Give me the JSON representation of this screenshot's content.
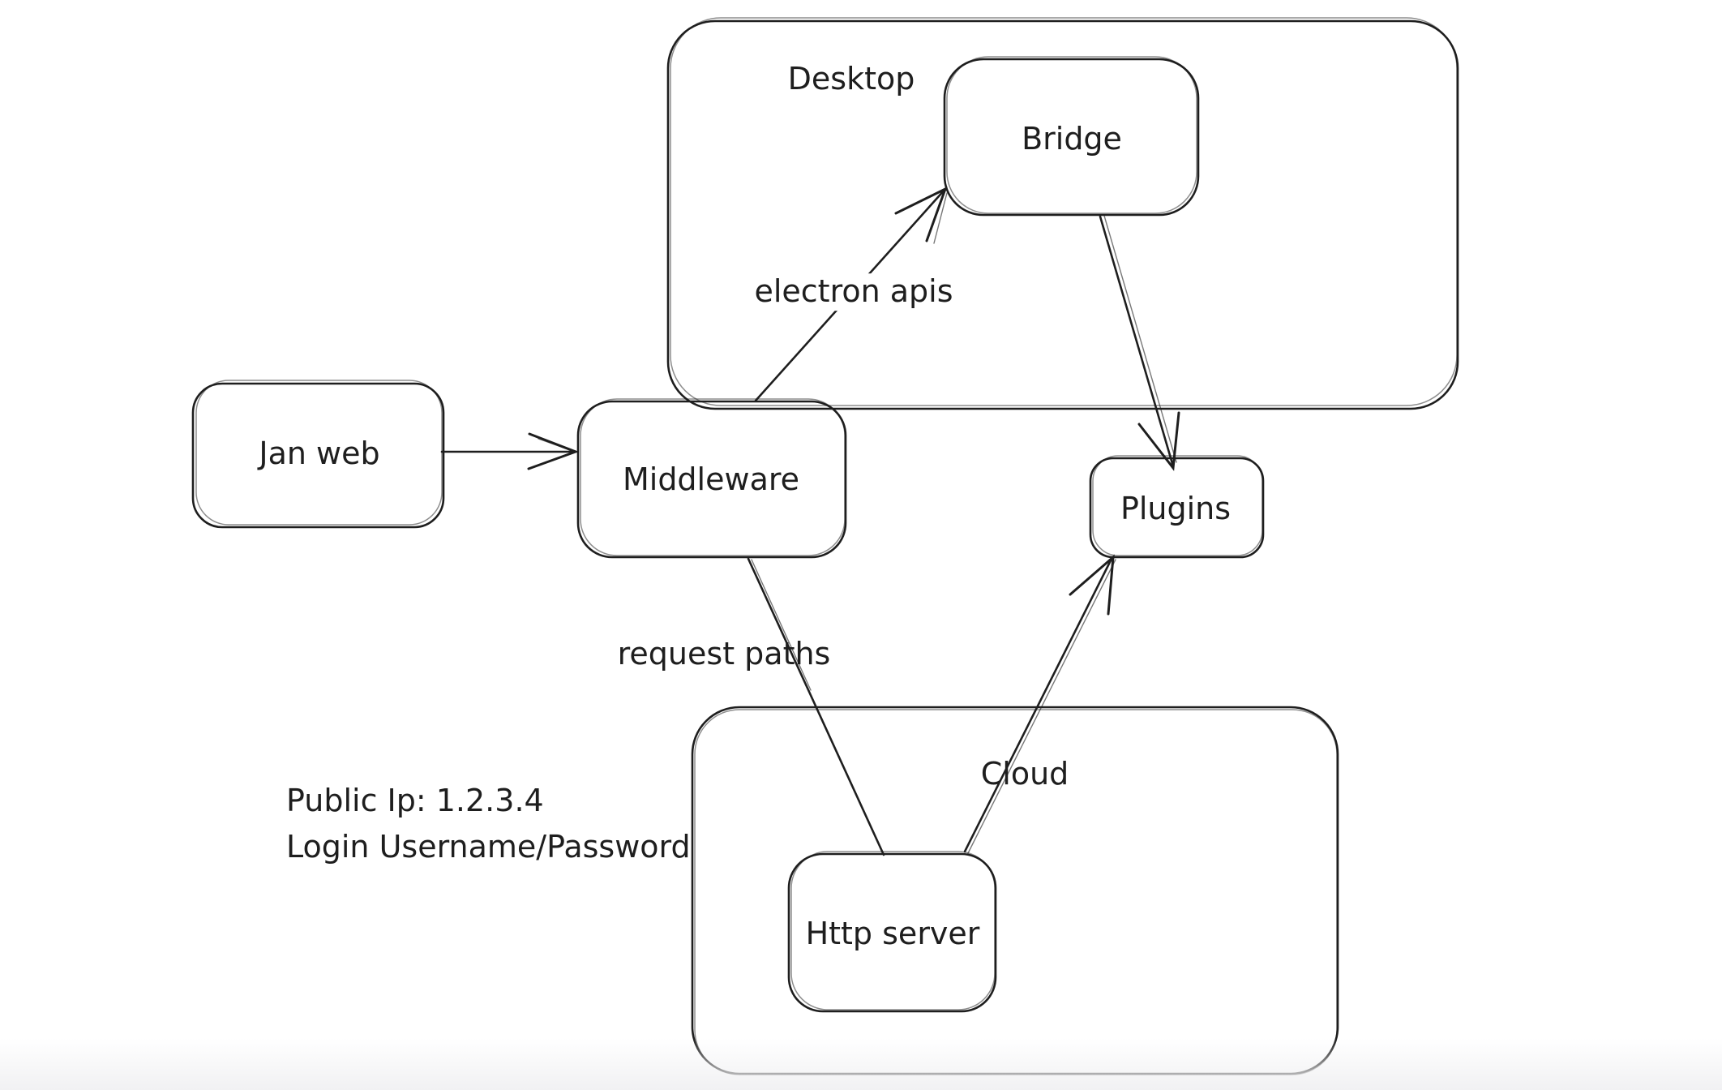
{
  "canvas": {
    "background": "#ffffff",
    "stroke_color": "#1e1e1e"
  },
  "diagram": {
    "containers": [
      {
        "id": "desktop",
        "label": "Desktop"
      },
      {
        "id": "cloud",
        "label": "Cloud"
      }
    ],
    "nodes": [
      {
        "id": "jan-web",
        "label": "Jan web"
      },
      {
        "id": "middleware",
        "label": "Middleware"
      },
      {
        "id": "bridge",
        "label": "Bridge"
      },
      {
        "id": "plugins",
        "label": "Plugins"
      },
      {
        "id": "http-server",
        "label": "Http server"
      }
    ],
    "edges": [
      {
        "from": "jan-web",
        "to": "middleware",
        "label": ""
      },
      {
        "from": "middleware",
        "to": "bridge",
        "label": "electron apis"
      },
      {
        "from": "bridge",
        "to": "plugins",
        "label": ""
      },
      {
        "from": "middleware",
        "to": "http-server",
        "label": "request paths"
      },
      {
        "from": "http-server",
        "to": "plugins",
        "label": ""
      }
    ],
    "annotations": [
      {
        "id": "public-ip",
        "text": "Public Ip: 1.2.3.4"
      },
      {
        "id": "login",
        "text": "Login Username/Password"
      }
    ]
  }
}
